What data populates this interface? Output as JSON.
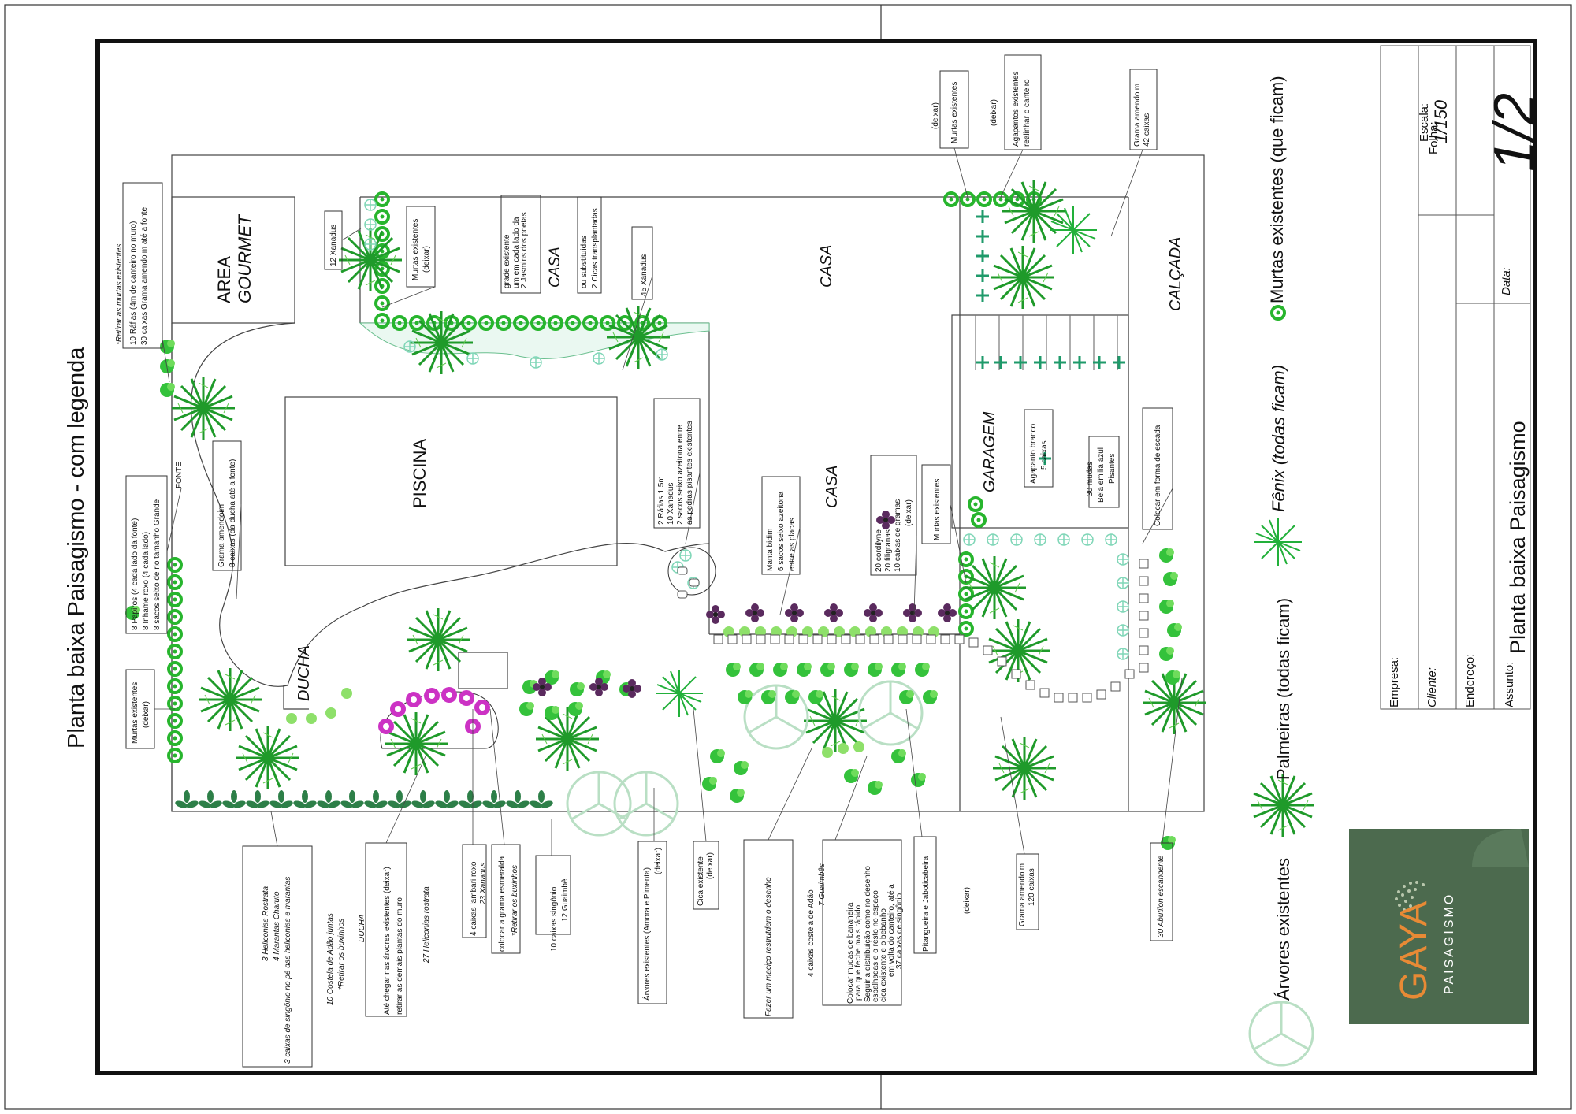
{
  "title": "Planta baixa Paisagismo - com legenda",
  "areas": {
    "area_gourmet_1": "AREA",
    "area_gourmet_2": "GOURMET",
    "piscina": "PISCINA",
    "casa_top": "CASA",
    "casa_small": "CASA",
    "casa_mid": "CASA",
    "garagem": "GARAGEM",
    "calcada": "CALÇADA",
    "ducha": "DUCHA",
    "fonte": "FONTE"
  },
  "notes": {
    "retirar_murtas": "*Retirar as murtas existentes",
    "rafias_1": "10 Ráfias (4m de canteiro no muro)",
    "rafias_2": "30 caixas Grama amendoim até a fonte",
    "xanadus_12": "12 Xanadus",
    "murtas_1": "Murtas existentes",
    "deixar_1": "(deixar)",
    "grade_1": "grade existente",
    "grade_2": "um em cada lado da",
    "grade_3": "2 Jasmins dos poetas",
    "cicas_1": "ou substituidas",
    "cicas_2": "2 Cicas transplantadas",
    "xanadus_45": "45 Xanadus",
    "deixar_2": "(deixar)",
    "murtas_2": "Murtas existentes",
    "deixar_3": "(deixar)",
    "agapantos_1": "Agapantos existentes",
    "agapantos_2": "realinhar o canteiro",
    "grama_42_1": "Grama amendoim",
    "grama_42_2": "42 caixas",
    "papiros_1": "8 Papiros (4 cada lado da fonte)",
    "papiros_2": "8 Inhame roxo (4 cada lado)",
    "papiros_3": "8 sacos seixo de rio tamanho Grande",
    "grama_8_1": "Grama amendoim",
    "grama_8_2": "8 caixas (da ducha até a fonte)",
    "murtas_3": "Murtas existentes",
    "deixar_4": "(deixar)",
    "rafias2_1": "2 Ráfias 1.5m",
    "rafias2_2": "10 Xanadus",
    "rafias2_3": "2 sacos seixo azeitona entre",
    "rafias2_4": "as pedras pisantes existentes",
    "manta_1": "Manta bidim",
    "manta_2": "6 sacos seixo azeitona",
    "manta_3": "entre as placas",
    "cordyline_1": "20 cordilyne",
    "cordyline_2": "20 filigranas",
    "cordyline_3": "10 caixas de gramas",
    "cordyline_4": "(deixar)",
    "murtas_4": "Murtas existentes",
    "agapanto_1": "Agapanto branco",
    "agapanto_2": "5 caixas",
    "bela_1": "30 mudas",
    "bela_2": "Bela emilia azul",
    "bela_3": "Pisantes",
    "escada": "Colocar em forma de escada",
    "heliconias_1": "3 Heliconias Rostrata",
    "heliconias_2": "4 Marantas Charuto",
    "heliconias_3": "3 caixas de singônio no pé das heliconias e marantas",
    "costela_1": "10 Costela de Adão juntas",
    "costela_2": "*Retirar os buxinhos",
    "ducha_1": "DUCHA",
    "ducha_2": "Até chegar nas árvores existentes (deixar)",
    "ducha_3": "retirar as demais plantas do muro",
    "heliconias_27": "27 Heliconias rostrata",
    "lambari": "4 caixas lambari roxo",
    "xanadus_23": "23 Xanadus",
    "esmeralda_1": "colocar a grama esmeralda",
    "esmeralda_2": "*Retirar os buxinhos",
    "singonio_1": "10 caixas singônio",
    "singonio_2": "12 Guaimbê",
    "arvores_1": "Árvores existentes (Amora e Pimenta)",
    "arvores_2": "(deixar)",
    "cica_1": "Cica existente",
    "cica_2": "(deixar)",
    "maco_1": "Fazer um maciço restrutdem o desenho",
    "costela_4": "4 caixas costela de Adão",
    "guaimbes": "7 Guaimbês",
    "seguir_1": "para que feche mais rápido",
    "seguir_2": "Seguir a distribuição como no desenho",
    "seguir_3": "espalhadas e o resto no espaço",
    "seguir_4": "cica existente e o bebanho",
    "seguir_5": "em volta do canteiro, até a",
    "seguir_6": "37 caixas de singônio",
    "seguir_7": "Colocar mudas de bananeira",
    "pitangueira": "Pitangueira e Jaboticabeira",
    "deixar_5": "(deixar)",
    "grama_120_1": "Grama amendoim",
    "grama_120_2": "120 caixas",
    "abutilon": "30 Abutilon escandente"
  },
  "legend": {
    "murtas": "Murtas existentes (que ficam)",
    "fenix": "Fênix (todas ficam)",
    "palmeiras": "Palmeiras (todas ficam)",
    "arvores": "Árvores existentes"
  },
  "title_block": {
    "empresa": "Empresa:",
    "cliente": "Cliente:",
    "endereco": "Endereço:",
    "assunto": "Assunto:",
    "assunto_value": "Planta baixa Paisagismo",
    "data": "Data:",
    "escala": "Escala:",
    "escala_value": "1/150",
    "folha": "Folha:",
    "folha_value": "1/2"
  },
  "logo": {
    "name": "GAYA",
    "sub": "PAISAGISMO"
  },
  "colors": {
    "frame": "#111111",
    "plant_green": "#1f9a2a",
    "light_green": "#7ccc4e",
    "teal": "#2aa878",
    "magenta": "#d22cc8",
    "logo_bg": "#4c6a4e",
    "logo_text": "#e88a35"
  }
}
